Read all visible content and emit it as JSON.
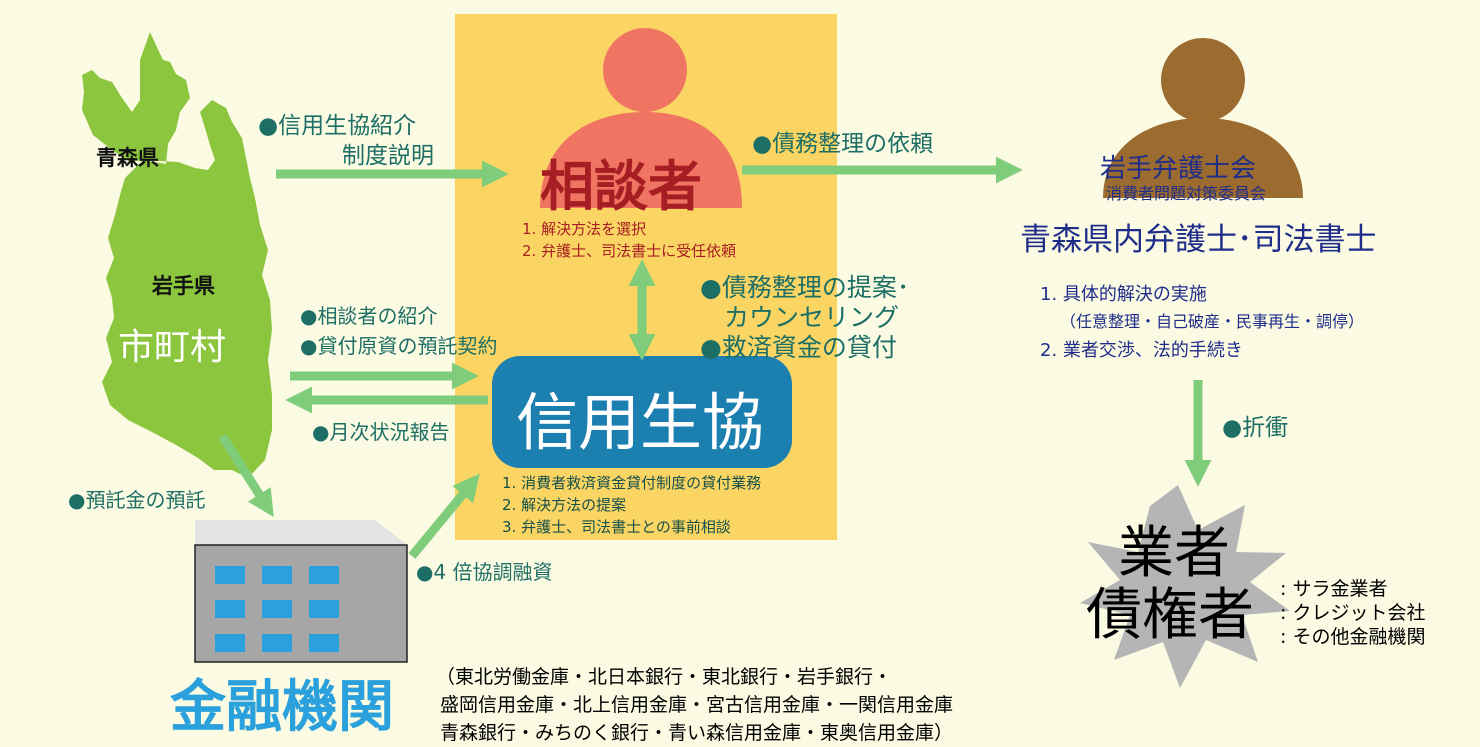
{
  "colors": {
    "background": "#fbfae3",
    "map_green": "#8cc63f",
    "arrow_green": "#7fcc7b",
    "center_yellow": "#fbd563",
    "counselor_red": "#ef7562",
    "counselor_text": "#a61d23",
    "coop_blue": "#1b7fb0",
    "lawyer_brown": "#9b6b2f",
    "lawyer_navy": "#1f2d8a",
    "finance_blue": "#2aa0dc",
    "teal_text": "#15766b"
  },
  "icons": [
    "person-icon",
    "building-icon",
    "star-burst-icon",
    "prefecture-map"
  ],
  "map": {
    "aomori": "青森県",
    "iwate": "岩手県",
    "municipality": "市町村"
  },
  "flows": {
    "to_counselor_1": "●信用生協紹介",
    "to_counselor_2": "制度説明",
    "to_lawyer": "●債務整理の依頼",
    "to_coop_1": "●相談者の紹介",
    "to_coop_2": "●貸付原資の預託契約",
    "monthly_report": "●月次状況報告",
    "deposit": "●預託金の預託",
    "loan": "●4 倍協調融資",
    "coop_to_counselor_1": "●債務整理の提案･",
    "coop_to_counselor_2": "カウンセリング",
    "coop_to_counselor_3": "●救済資金の貸付",
    "negotiation": "●折衝"
  },
  "counselor": {
    "title": "相談者",
    "items": [
      "1. 解決方法を選択",
      "2. 弁護士、司法書士に受任依頼"
    ]
  },
  "coop": {
    "title": "信用生協",
    "items": [
      "1. 消費者救済資金貸付制度の貸付業務",
      "2. 解決方法の提案",
      "3. 弁護士、司法書士との事前相談"
    ]
  },
  "lawyer": {
    "org": "岩手弁護士会",
    "committee": "消費者問題対策委員会",
    "title": "青森県内弁護士･司法書士",
    "items": [
      "1. 具体的解決の実施",
      "（任意整理・自己破産・民事再生・調停）",
      "2. 業者交渉、法的手続き"
    ]
  },
  "creditor": {
    "title_1": "業者",
    "title_2": "債権者",
    "types": [
      ": サラ金業者",
      ": クレジット会社",
      ": その他金融機関"
    ]
  },
  "finance": {
    "title": "金融機関",
    "list": [
      "（東北労働金庫・北日本銀行・東北銀行・岩手銀行・",
      "盛岡信用金庫・北上信用金庫・宮古信用金庫・一関信用金庫",
      "青森銀行・みちのく銀行・青い森信用金庫・東奥信用金庫）"
    ]
  }
}
